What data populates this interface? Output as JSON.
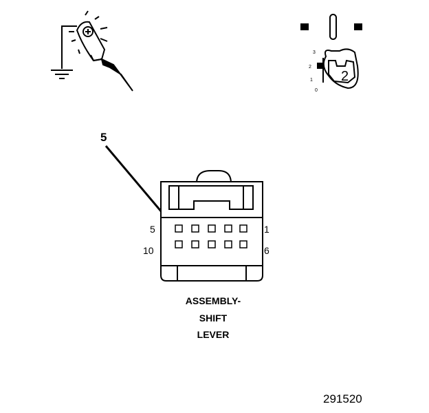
{
  "component_label": [
    "ASSEMBLY-",
    "SHIFT",
    "LEVER"
  ],
  "callout_number": "5",
  "pin_labels": {
    "top_left": "5",
    "top_right": "1",
    "bottom_left": "10",
    "bottom_right": "6"
  },
  "ignition_key": {
    "label": "2",
    "positions": [
      "3",
      "2",
      "1",
      "0"
    ]
  },
  "figure_number": "291520",
  "icons": [
    "ground-symbol-icon",
    "test-probe-icon",
    "ignition-key-icon",
    "connector-icon",
    "pointer-arrow-icon"
  ]
}
